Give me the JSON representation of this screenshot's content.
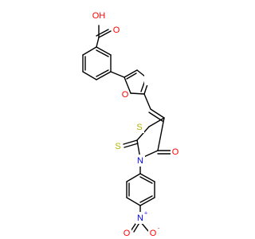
{
  "molecule": {
    "atom_colors": {
      "O": "#ff0000",
      "S": "#b2b200",
      "N": "#0000ff",
      "C": "#000000"
    },
    "atoms": {
      "carboxyl_oh": {
        "element": "O",
        "label": "OH"
      },
      "carboxyl_o": {
        "element": "O",
        "label": "O"
      },
      "furan_o": {
        "element": "O",
        "label": "O"
      },
      "ring_s": {
        "element": "S",
        "label": "S"
      },
      "thione_s": {
        "element": "S",
        "label": "S"
      },
      "ring_n": {
        "element": "N",
        "label": "N"
      },
      "keto_o": {
        "element": "O",
        "label": "O"
      },
      "nitro_n": {
        "element": "N",
        "label": "N",
        "charge": "+"
      },
      "nitro_o1": {
        "element": "O",
        "label": "O"
      },
      "nitro_o2": {
        "element": "O",
        "label": "O",
        "charge": "-"
      }
    }
  }
}
